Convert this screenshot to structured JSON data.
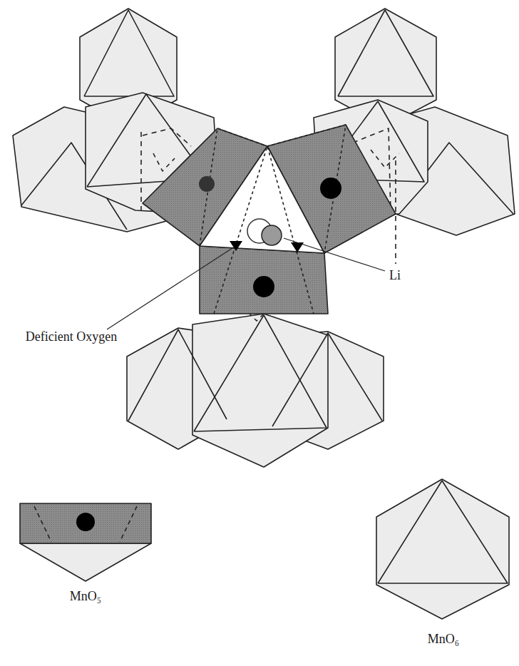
{
  "diagram": {
    "labels": [
      "Deficient Oxygen",
      "Li",
      "MnO₅",
      "MnO₆"
    ]
  }
}
